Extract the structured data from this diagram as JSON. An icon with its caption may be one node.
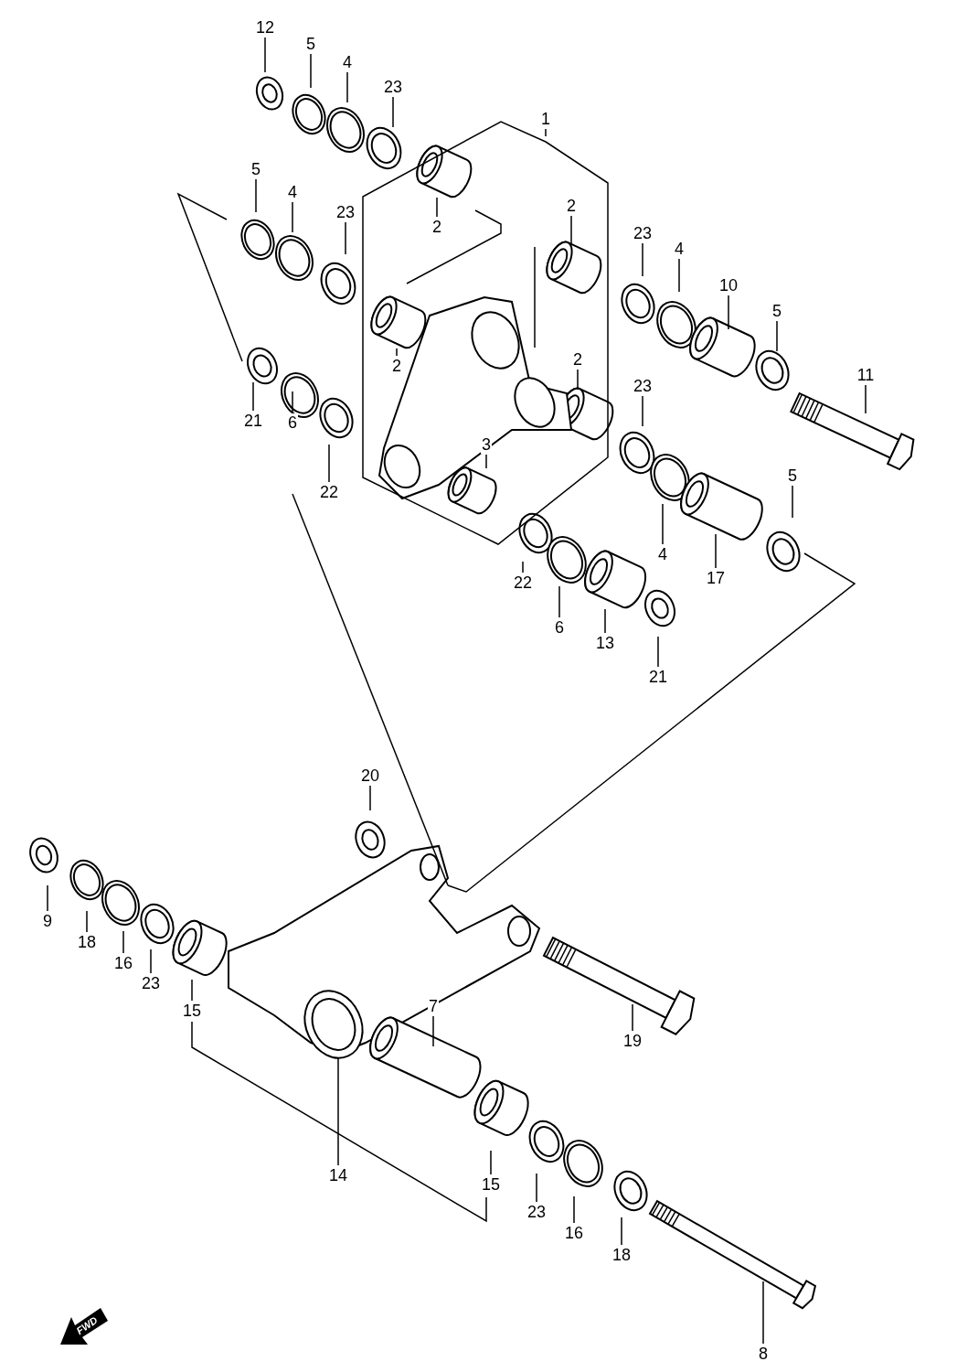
{
  "diagram": {
    "nodes": [
      {
        "text": [
          "12"
        ]
      },
      {
        "text": [
          "5"
        ]
      },
      {
        "text": [
          "4"
        ]
      },
      {
        "text": [
          "23"
        ]
      },
      {
        "text": [
          "1"
        ]
      },
      {
        "text": [
          "5"
        ]
      },
      {
        "text": [
          "4"
        ]
      },
      {
        "text": [
          "23"
        ]
      },
      {
        "text": [
          "2"
        ]
      },
      {
        "text": [
          "2"
        ]
      },
      {
        "text": [
          "23"
        ]
      },
      {
        "text": [
          "4"
        ]
      },
      {
        "text": [
          "10"
        ]
      },
      {
        "text": [
          "5"
        ]
      },
      {
        "text": [
          "2"
        ]
      },
      {
        "text": [
          "2"
        ]
      },
      {
        "text": [
          "11"
        ]
      },
      {
        "text": [
          "21"
        ]
      },
      {
        "text": [
          "6"
        ]
      },
      {
        "text": [
          "22"
        ]
      },
      {
        "text": [
          "3"
        ]
      },
      {
        "text": [
          "23"
        ]
      },
      {
        "text": [
          "5"
        ]
      },
      {
        "text": [
          "4"
        ]
      },
      {
        "text": [
          "17"
        ]
      },
      {
        "text": [
          "22"
        ]
      },
      {
        "text": [
          "6"
        ]
      },
      {
        "text": [
          "13"
        ]
      },
      {
        "text": [
          "21"
        ]
      },
      {
        "text": [
          "20"
        ]
      },
      {
        "text": [
          "9"
        ]
      },
      {
        "text": [
          "18"
        ]
      },
      {
        "text": [
          "16"
        ]
      },
      {
        "text": [
          "23"
        ]
      },
      {
        "text": [
          "15"
        ]
      },
      {
        "text": [
          "7"
        ]
      },
      {
        "text": [
          "19"
        ]
      },
      {
        "text": [
          "14"
        ]
      },
      {
        "text": [
          "15"
        ]
      },
      {
        "text": [
          "23"
        ]
      },
      {
        "text": [
          "16"
        ]
      },
      {
        "text": [
          "18"
        ]
      },
      {
        "text": [
          "8"
        ]
      }
    ],
    "edges": [
      {
        "from": 0,
        "to": null,
        "arrow": "none"
      },
      {
        "from": 1,
        "to": null,
        "arrow": "none"
      },
      {
        "from": 2,
        "to": null,
        "arrow": "none"
      },
      {
        "from": 3,
        "to": null,
        "arrow": "none"
      },
      {
        "from": 4,
        "to": null,
        "arrow": "none"
      },
      {
        "from": 5,
        "to": null,
        "arrow": "none"
      },
      {
        "from": 6,
        "to": null,
        "arrow": "none"
      },
      {
        "from": 7,
        "to": null,
        "arrow": "none"
      },
      {
        "from": 8,
        "to": null,
        "arrow": "none"
      },
      {
        "from": 9,
        "to": null,
        "arrow": "none"
      },
      {
        "from": 10,
        "to": null,
        "arrow": "none"
      },
      {
        "from": 11,
        "to": null,
        "arrow": "none"
      },
      {
        "from": 12,
        "to": null,
        "arrow": "none"
      },
      {
        "from": 13,
        "to": null,
        "arrow": "none"
      },
      {
        "from": 14,
        "to": null,
        "arrow": "none"
      },
      {
        "from": 15,
        "to": null,
        "arrow": "none"
      },
      {
        "from": 16,
        "to": null,
        "arrow": "none"
      },
      {
        "from": 17,
        "to": null,
        "arrow": "none"
      },
      {
        "from": 18,
        "to": null,
        "arrow": "none"
      },
      {
        "from": 19,
        "to": null,
        "arrow": "none"
      },
      {
        "from": 20,
        "to": null,
        "arrow": "none"
      },
      {
        "from": 21,
        "to": null,
        "arrow": "none"
      },
      {
        "from": 22,
        "to": null,
        "arrow": "none"
      },
      {
        "from": 23,
        "to": null,
        "arrow": "none"
      },
      {
        "from": 24,
        "to": null,
        "arrow": "none"
      },
      {
        "from": 25,
        "to": null,
        "arrow": "none"
      },
      {
        "from": 26,
        "to": null,
        "arrow": "none"
      },
      {
        "from": 27,
        "to": null,
        "arrow": "none"
      },
      {
        "from": 28,
        "to": null,
        "arrow": "none"
      },
      {
        "from": 29,
        "to": null,
        "arrow": "none"
      },
      {
        "from": 30,
        "to": null,
        "arrow": "none"
      },
      {
        "from": 31,
        "to": null,
        "arrow": "none"
      },
      {
        "from": 32,
        "to": null,
        "arrow": "none"
      },
      {
        "from": 33,
        "to": null,
        "arrow": "none"
      },
      {
        "from": 34,
        "to": null,
        "arrow": "none"
      },
      {
        "from": 35,
        "to": null,
        "arrow": "none"
      },
      {
        "from": 36,
        "to": null,
        "arrow": "none"
      },
      {
        "from": 37,
        "to": null,
        "arrow": "none"
      },
      {
        "from": 38,
        "to": null,
        "arrow": "none"
      },
      {
        "from": 39,
        "to": null,
        "arrow": "none"
      },
      {
        "from": 40,
        "to": null,
        "arrow": "none"
      },
      {
        "from": 41,
        "to": null,
        "arrow": "none"
      },
      {
        "from": 42,
        "to": null,
        "arrow": "none"
      },
      {
        "from": 34,
        "to": 38,
        "arrow": "none"
      }
    ],
    "labels": [
      "FWD"
    ]
  }
}
